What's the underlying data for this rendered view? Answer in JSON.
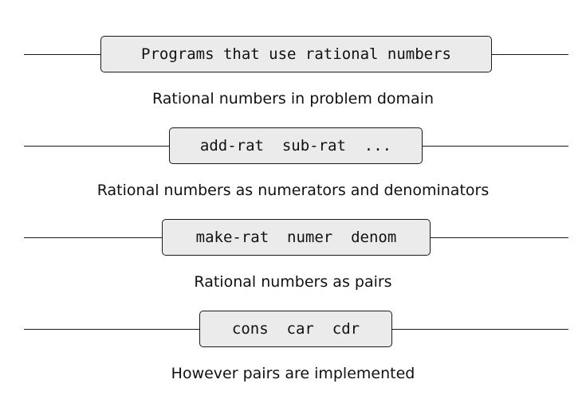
{
  "layers": [
    {
      "box_text": "Programs that use rational numbers",
      "caption": "Rational numbers in problem domain"
    },
    {
      "box_text": "add-rat  sub-rat  ...",
      "caption": "Rational numbers as numerators and denominators"
    },
    {
      "box_text": "make-rat  numer  denom",
      "caption": "Rational numbers as pairs"
    },
    {
      "box_text": "cons  car  cdr",
      "caption": "However pairs are implemented"
    }
  ]
}
